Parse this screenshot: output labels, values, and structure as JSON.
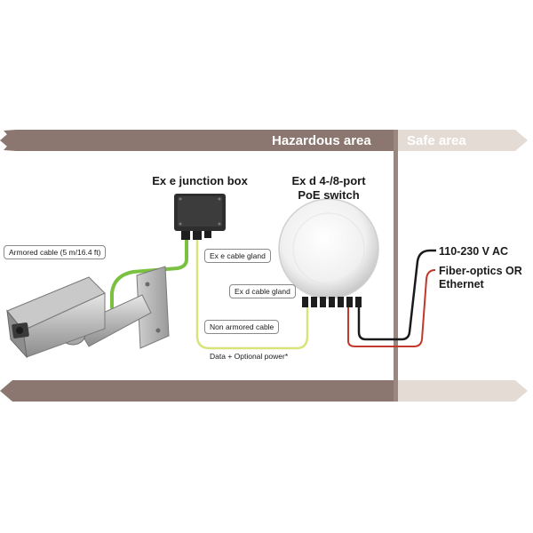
{
  "zones": {
    "hazardous": "Hazardous area",
    "safe": "Safe area"
  },
  "components": {
    "junction_box": "Ex e junction box",
    "switch_line1": "Ex d 4-/8-port",
    "switch_line2": "PoE switch"
  },
  "callouts": {
    "armored_cable": "Armored cable (5 m/16.4 ft)",
    "ex_e_gland": "Ex e cable gland",
    "ex_d_gland": "Ex d cable gland",
    "non_armored": "Non armored cable",
    "data_power": "Data + Optional power*"
  },
  "connections": {
    "ac_power": "110-230 V AC",
    "fiber_line1": "Fiber-optics OR",
    "fiber_line2": "Ethernet"
  },
  "colors": {
    "band": "#8b7770",
    "band_light": "#e4dbd5",
    "divider": "#9a8880",
    "armored_cable": "#7ac142",
    "non_armored_cable": "#d8e37a",
    "ac_cable": "#1a1a1a",
    "fiber_cable": "#c0392b"
  }
}
